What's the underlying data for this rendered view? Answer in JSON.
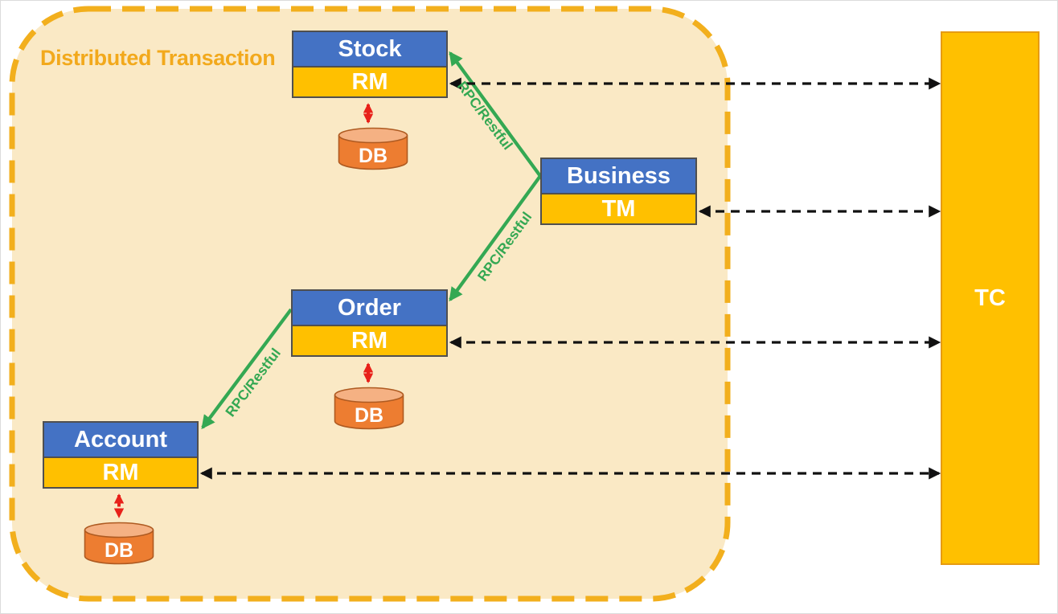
{
  "container": {
    "title": "Distributed Transaction"
  },
  "services": [
    {
      "name": "Stock",
      "manager": "RM",
      "db": "DB"
    },
    {
      "name": "Business",
      "manager": "TM"
    },
    {
      "name": "Order",
      "manager": "RM",
      "db": "DB"
    },
    {
      "name": "Account",
      "manager": "RM",
      "db": "DB"
    }
  ],
  "coordinator": {
    "label": "TC"
  },
  "edges": {
    "rpc_labels": [
      "RPC/Restful",
      "RPC/Restful",
      "RPC/Restful"
    ]
  },
  "colors": {
    "service_header_blue": "#4472C4",
    "manager_gold": "#FFC000",
    "coordinator_gold": "#FFC000",
    "container_fill": "#FAE9C5",
    "container_border": "#F2AF1D",
    "rpc_arrow_green": "#34A853",
    "db_arrow_red": "#E8211A",
    "db_cylinder_orange": "#ED7D31",
    "db_cylinder_top": "#F5B183",
    "tc_link_black": "#111111"
  }
}
